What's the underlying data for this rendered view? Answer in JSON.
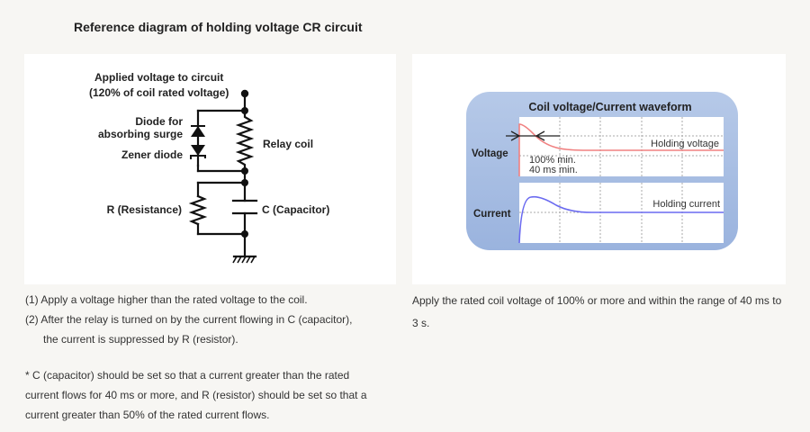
{
  "title": "Reference diagram of holding voltage CR circuit",
  "circuit": {
    "applied_voltage_line1": "Applied voltage to circuit",
    "applied_voltage_line2": "(120% of coil rated voltage)",
    "diode_line1": "Diode for",
    "diode_line2": "absorbing surge",
    "zener": "Zener diode",
    "relay_coil": "Relay coil",
    "resistance": "R (Resistance)",
    "capacitor": "C (Capacitor)"
  },
  "waveform": {
    "title": "Coil voltage/Current waveform",
    "voltage_label": "Voltage",
    "current_label": "Current",
    "holding_voltage": "Holding voltage",
    "holding_current": "Holding current",
    "min_percent": "100% min.",
    "min_time": "40 ms min.",
    "colors": {
      "panel_bg": "#a9bfe2",
      "voltage_line": "#f08080",
      "current_line": "#6a6af0"
    }
  },
  "notes_left": {
    "item1": "(1) Apply a voltage higher than the rated voltage to the coil.",
    "item2_line1": "(2) After the relay is turned on by the current flowing in C (capacitor),",
    "item2_line2": "the current is suppressed by R (resistor).",
    "footnote_line1": "* C (capacitor) should be set so that a current greater than the rated",
    "footnote_line2": "current flows for 40 ms or more, and R (resistor) should be set so that a",
    "footnote_line3": "current greater than 50% of the rated current flows."
  },
  "notes_right": {
    "text": "Apply the rated coil voltage of 100% or more and within the range of 40 ms to 3 s."
  }
}
